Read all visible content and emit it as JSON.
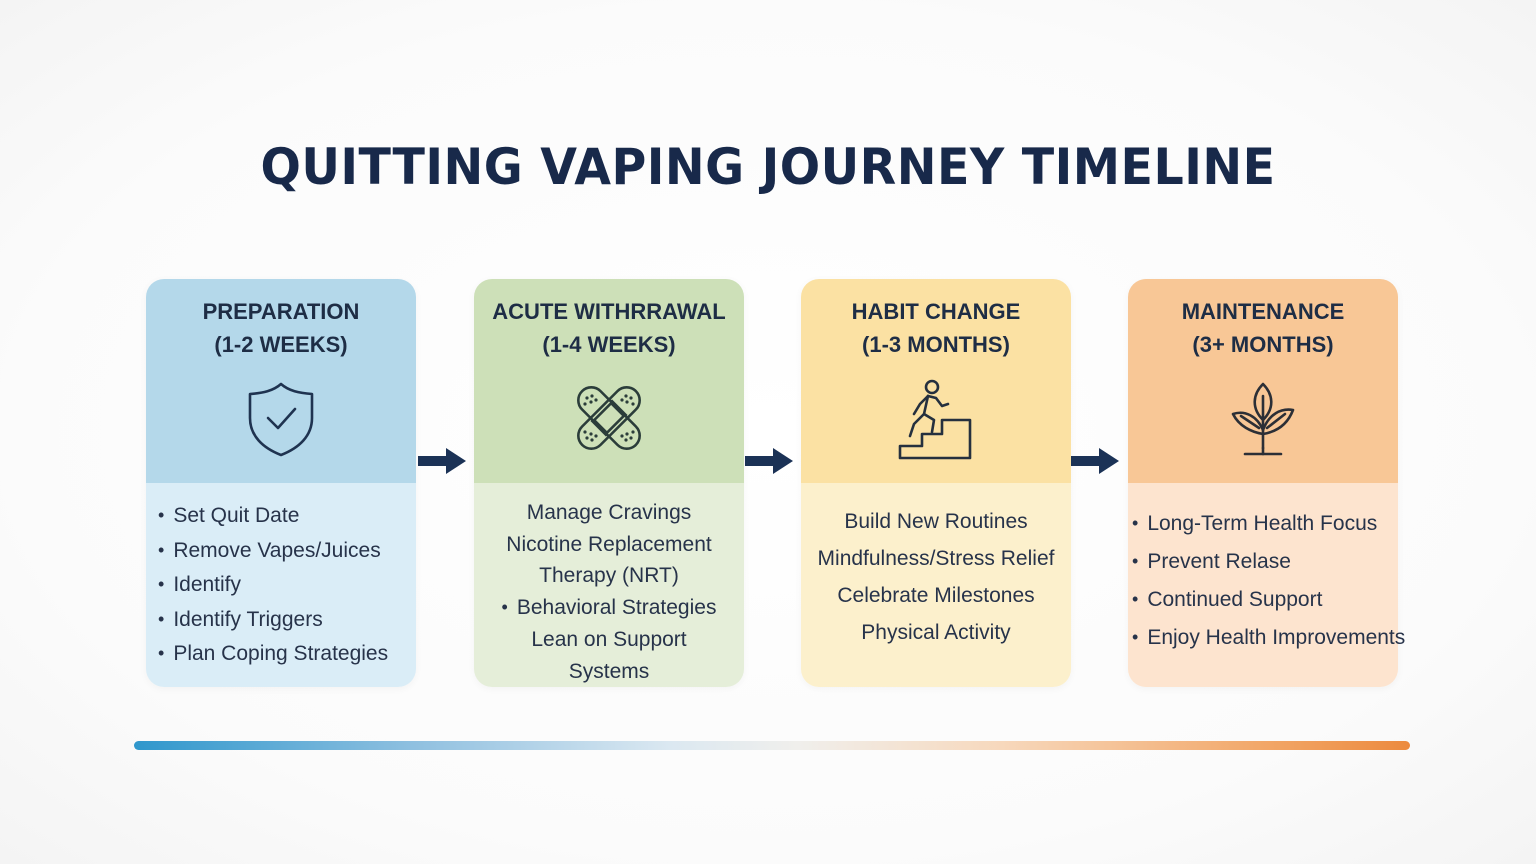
{
  "title": "QUITTING VAPING JOURNEY TIMELINE",
  "colors": {
    "title": "#18294a",
    "stage_1_header": "#b4d8ea",
    "stage_1_body": "#daedf7",
    "stage_2_header": "#cde0b8",
    "stage_2_body": "#e5eed9",
    "stage_3_header": "#fbe1a3",
    "stage_3_body": "#fcf0cc",
    "stage_4_header": "#f8c796",
    "stage_4_body": "#fde4cf",
    "arrow": "#1b3256",
    "timeline_start": "#2f97cc",
    "timeline_end": "#ec8a3e"
  },
  "stages": [
    {
      "name": "PREPARATION",
      "duration": "(1-2 WEEKS)",
      "icon": "shield-check-icon",
      "items": [
        {
          "text": "Set Quit Date",
          "bullet": true
        },
        {
          "text": "Remove Vapes/Juices",
          "bullet": true
        },
        {
          "text": "Identify",
          "bullet": true
        },
        {
          "text": "Identify Triggers",
          "bullet": true
        },
        {
          "text": "Plan Coping Strategies",
          "bullet": true
        }
      ]
    },
    {
      "name": "ACUTE WITHRRAWAL",
      "duration": "(1-4 WEEKS)",
      "icon": "crossed-bandages-icon",
      "items": [
        {
          "text": "Manage Cravings",
          "bullet": false
        },
        {
          "text": "Nicotine Replacement",
          "bullet": false
        },
        {
          "text": "Therapy (NRT)",
          "bullet": false
        },
        {
          "text": "Behavioral Strategies",
          "bullet": true
        },
        {
          "text": "Lean on Support",
          "bullet": false
        },
        {
          "text": "Systems",
          "bullet": false
        }
      ]
    },
    {
      "name": "HABIT CHANGE",
      "duration": "(1-3 MONTHS)",
      "icon": "person-climbing-stairs-icon",
      "items": [
        {
          "text": "Build New Routines",
          "bullet": false
        },
        {
          "text": "Mindfulness/Stress Relief",
          "bullet": false
        },
        {
          "text": "Celebrate Milestones",
          "bullet": false
        },
        {
          "text": "Physical Activity",
          "bullet": false
        }
      ]
    },
    {
      "name": "MAINTENANCE",
      "duration": "(3+ MONTHS)",
      "icon": "sprout-plant-icon",
      "items": [
        {
          "text": "Long-Term Health Focus",
          "bullet": true
        },
        {
          "text": "Prevent Relase",
          "bullet": true
        },
        {
          "text": "Continued Support",
          "bullet": true
        },
        {
          "text": "Enjoy Health Improvements",
          "bullet": true
        }
      ]
    }
  ],
  "arrows": [
    "right-arrow-icon",
    "right-arrow-icon",
    "right-arrow-icon"
  ]
}
